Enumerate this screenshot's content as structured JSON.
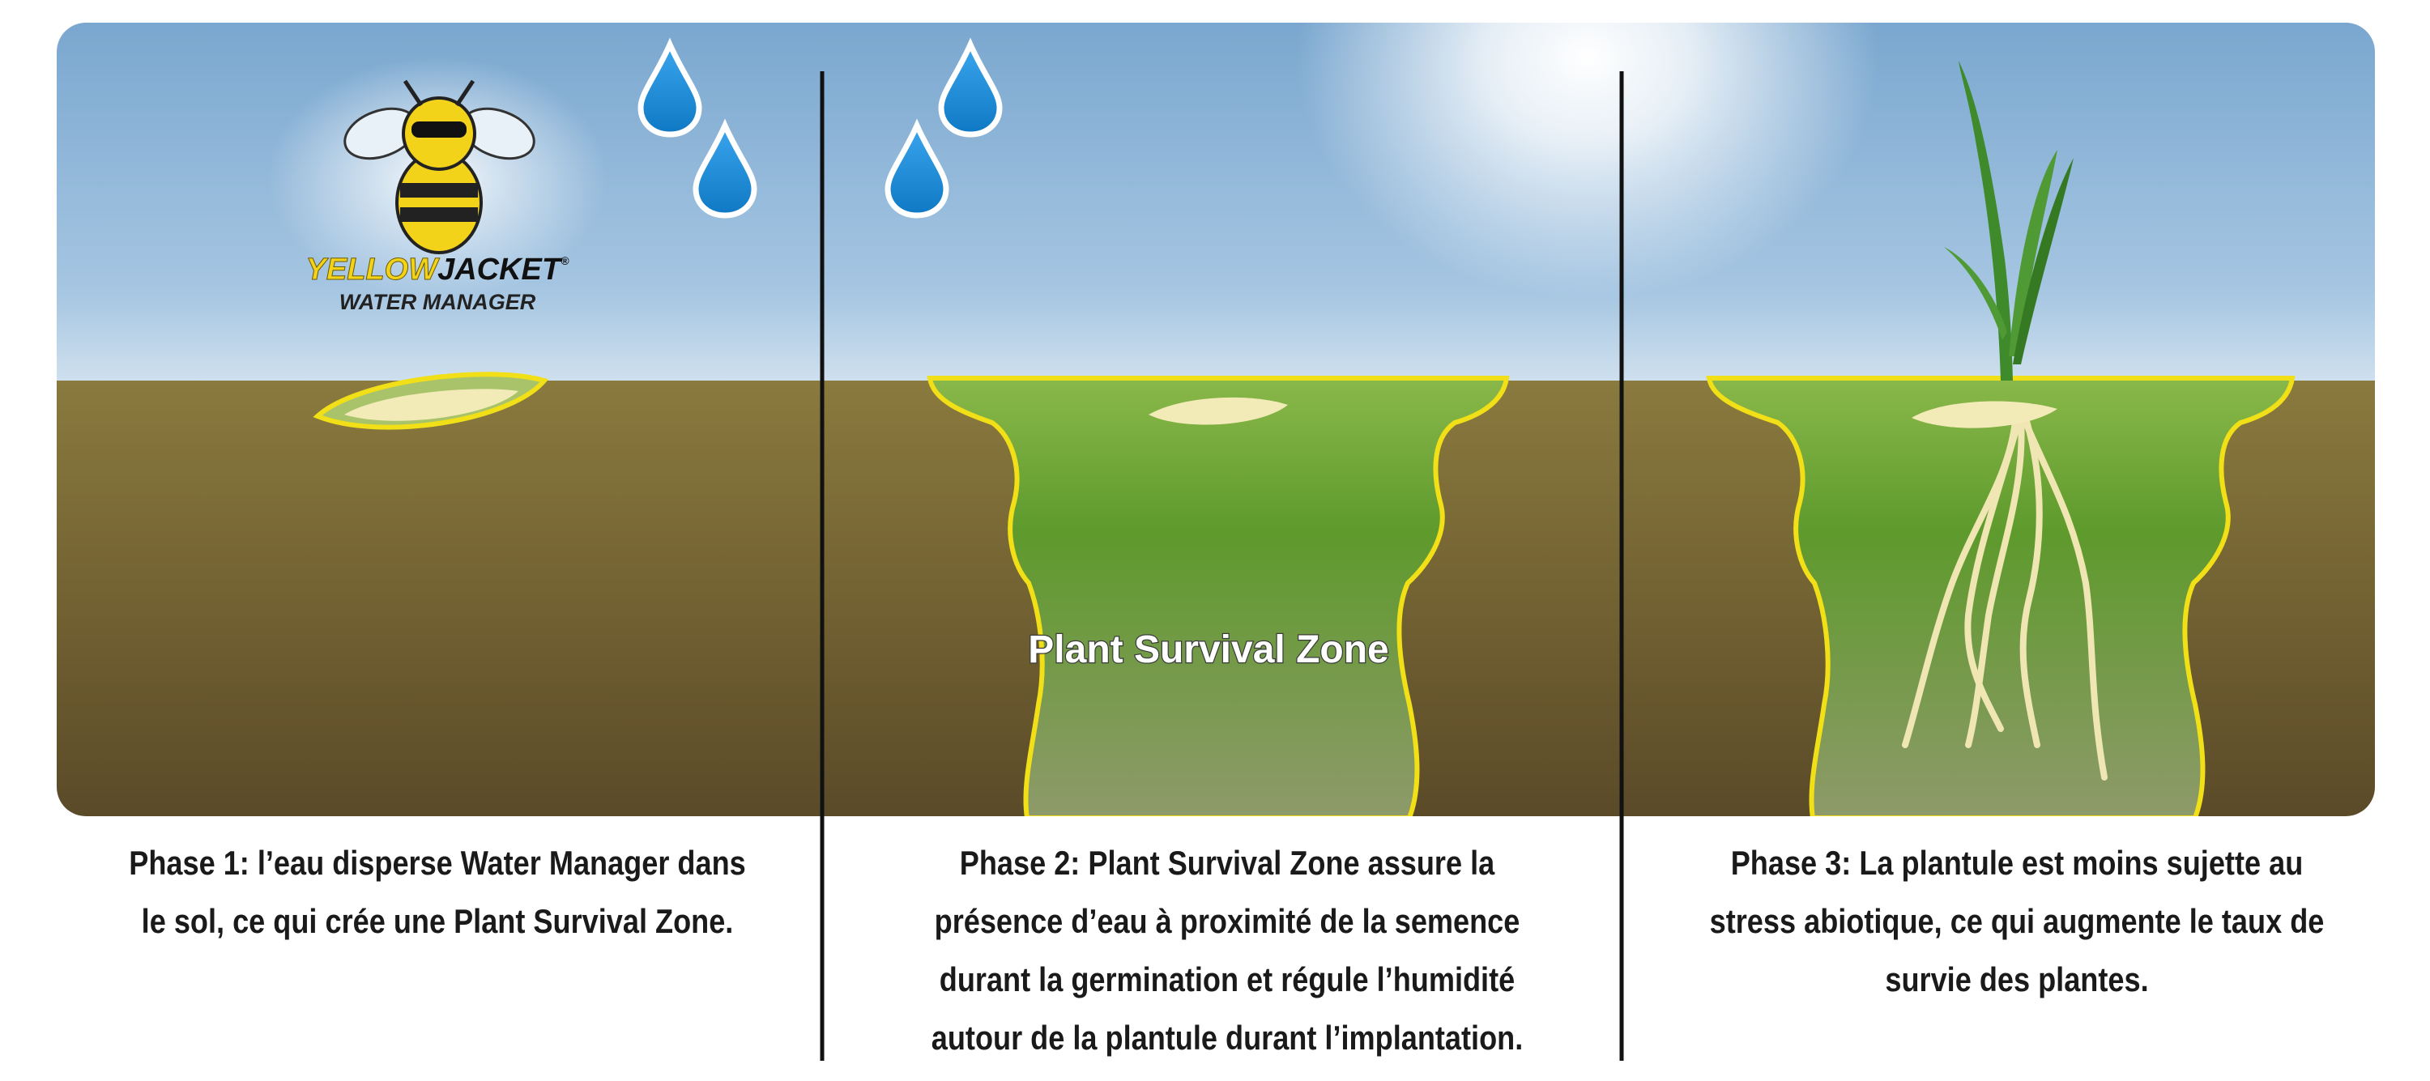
{
  "logo": {
    "brand_yellow": "YELLOW",
    "brand_black": "JACKET",
    "trademark": "®",
    "product": "WATER MANAGER"
  },
  "zone_label": "Plant Survival Zone",
  "phases": [
    {
      "caption": "Phase 1: l’eau disperse Water Manager dans le sol, ce qui crée une Plant Survival Zone."
    },
    {
      "caption": "Phase 2: Plant Survival Zone assure la présence d’eau à proximité de la semence durant la germination et régule l’humidité autour de la plantule durant l’implantation."
    },
    {
      "caption": "Phase 3: La plantule est moins sujette au stress abiotique, ce qui augmente le taux de survie des plantes."
    }
  ],
  "colors": {
    "sky_top": "#7aa7cf",
    "soil": "#7f6c36",
    "zone_green": "#5e9a2c",
    "outline_yellow": "#f1df17",
    "seed": "#f2ebb8",
    "water_drop": "#1c8fd8",
    "divider": "#111111"
  }
}
